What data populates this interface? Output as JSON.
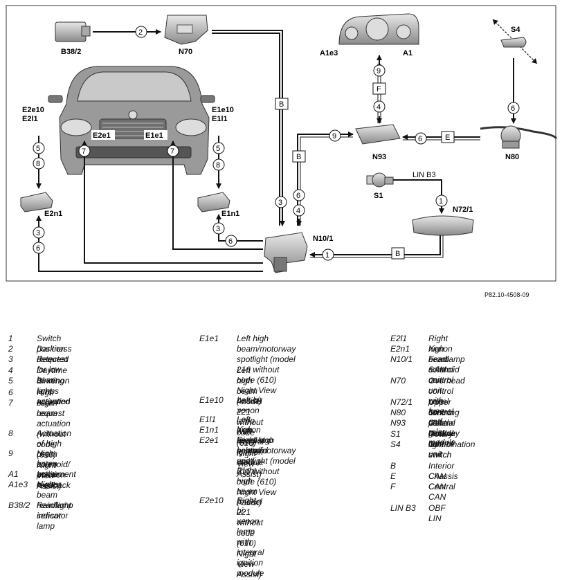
{
  "diagram": {
    "labels": {
      "B38_2": "B38/2",
      "N70": "N70",
      "A1e3": "A1e3",
      "A1": "A1",
      "S4": "S4",
      "E2e10": "E2e10",
      "E2l1": "E2l1",
      "E1e10": "E1e10",
      "E1l1": "E1l1",
      "E2e1": "E2e1",
      "E1e1": "E1e1",
      "N93": "N93",
      "N80": "N80",
      "LINB3": "LIN B3",
      "S1": "S1",
      "N72_1": "N72/1",
      "E2n1": "E2n1",
      "E1n1": "E1n1",
      "N10_1": "N10/1"
    },
    "bus": {
      "B": "B",
      "E": "E",
      "F": "F"
    },
    "num": {
      "n1": "1",
      "n2": "2",
      "n3": "3",
      "n4": "4",
      "n5": "5",
      "n6": "6",
      "n7": "7",
      "n8": "8",
      "n9": "9"
    },
    "ref": "P82.10-4508-09"
  },
  "legend": {
    "col1": [
      {
        "k": "1",
        "v": "Switch position"
      },
      {
        "k": "2",
        "v": "Darkness detected"
      },
      {
        "k": "3",
        "v": "Request for low beam"
      },
      {
        "k": "4",
        "v": "Daytime running lamps activated"
      },
      {
        "k": "5",
        "v": "Bi-xenon light actuation"
      },
      {
        "k": "6",
        "v": "High beam request"
      },
      {
        "k": "7",
        "v": "High beam actuation\n (without code (610) Night View\nAssist)"
      },
      {
        "k": "8",
        "v": "Actuation of high beam solenoid/\nposition feedback"
      },
      {
        "k": "9",
        "v": "High beam active"
      },
      {
        "k": "A1",
        "v": "Instrument cluster"
      },
      {
        "k": "A1e3",
        "v": "High beam headlamp indicator\nlamp"
      },
      {
        "k": "B38/2",
        "v": "Rain/light sensor"
      }
    ],
    "col2": [
      {
        "k": "E1e1",
        "v": "Left high beam/motorway\nspotlight (model 216 without\ncode (610) Night View Assist)"
      },
      {
        "k": "",
        "v": "Left high beam (model 221\nwithout code (610) Night View\nAssist)"
      },
      {
        "k": "E1e10",
        "v": "Left bi-xenon lamp with integral\nignition module"
      },
      {
        "k": "E1l1",
        "v": "Left high beam solenoid"
      },
      {
        "k": "E1n1",
        "v": "Xenon headlamp control unit"
      },
      {
        "k": "E2e1",
        "v": "Right high beam/motorway\nspotlight (model 216 without\ncode (610) Night View Assist)"
      },
      {
        "k": "",
        "v": "Right high beam (model 221\nwithout code (610) Night View\nAssist)"
      },
      {
        "k": "E2e10",
        "v": "Right bi-xenon lamp with\nintegral ignition module"
      }
    ],
    "col3": [
      {
        "k": "E2l1",
        "v": "Right high beam solenoid"
      },
      {
        "k": "E2n1",
        "v": "Xenon headlamp control unit"
      },
      {
        "k": "N10/1",
        "v": "Front SAM control unit with fuse\nand relay module"
      },
      {
        "k": "N70",
        "v": "Overhead control panel control\nunit"
      },
      {
        "k": "N72/1",
        "v": "Upper control panel control unit"
      },
      {
        "k": "N80",
        "v": "Steering column module"
      },
      {
        "k": "N93",
        "v": "Central gateway control unit"
      },
      {
        "k": "S1",
        "v": "Rotary light switch"
      },
      {
        "k": "S4",
        "v": "Combination switch"
      },
      {
        "k": "B",
        "v": "Interior CAN"
      },
      {
        "k": "E",
        "v": "Chassis CAN"
      },
      {
        "k": "F",
        "v": "Central CAN"
      },
      {
        "k": "LIN B3",
        "v": "OBF LIN"
      }
    ]
  }
}
